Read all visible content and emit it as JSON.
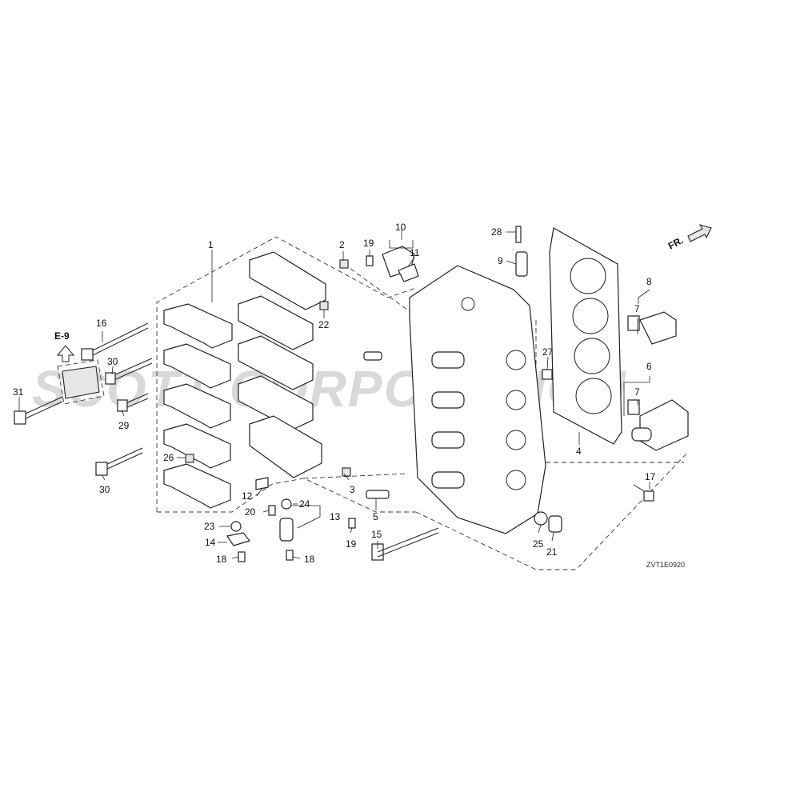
{
  "watermark": "SCOTT CORPORATION",
  "diagram_code": "ZVT1E0920",
  "direction_label": "FR.",
  "reference_label": "E-9",
  "callouts": {
    "c1": "1",
    "c2": "2",
    "c3": "3",
    "c4": "4",
    "c5": "5",
    "c6": "6",
    "c7a": "7",
    "c7b": "7",
    "c8": "8",
    "c9": "9",
    "c10": "10",
    "c11": "11",
    "c12": "12",
    "c13": "13",
    "c14": "14",
    "c15": "15",
    "c16": "16",
    "c17": "17",
    "c18a": "18",
    "c18b": "18",
    "c19a": "19",
    "c19b": "19",
    "c20": "20",
    "c21": "21",
    "c22": "22",
    "c23": "23",
    "c24": "24",
    "c25": "25",
    "c26": "26",
    "c27": "27",
    "c28": "28",
    "c29": "29",
    "c30a": "30",
    "c30b": "30",
    "c31": "31"
  }
}
